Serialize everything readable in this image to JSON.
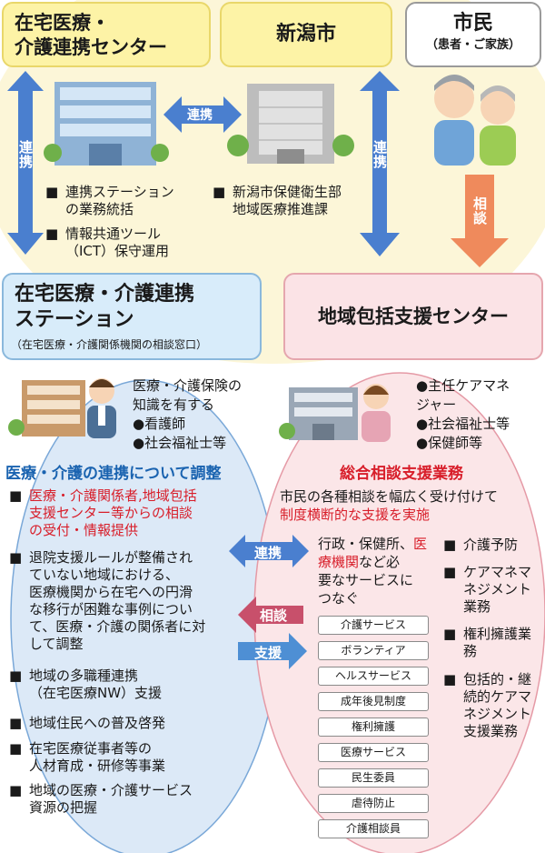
{
  "top": {
    "zaitaku_center": "在宅医療・\n介護連携センター",
    "niigata_city": "新潟市",
    "citizen": "市民",
    "citizen_sub": "（患者・ご家族）"
  },
  "arrows": {
    "renkei": "連携",
    "soudan": "相談",
    "shien": "支援"
  },
  "center_bullets": [
    "連携ステーション\nの業務統括",
    "情報共通ツール\n（ICT）保守運用"
  ],
  "city_bullets": [
    "新潟市保健衛生部\n地域医療推進課"
  ],
  "station": {
    "title": "在宅医療・介護連携\nステーション",
    "subtitle": "（在宅医療・介護関係機関の相談窓口）",
    "staff_text": "医療・介護保険の\n知識を有する\n●看護師\n●社会福祉士等",
    "heading": "医療・介護の連携について調整",
    "tasks": [
      {
        "text": "医療・介護関係者,地域包括\n支援センター等からの相談\nの受付・情報提供",
        "red": true
      },
      {
        "text": "退院支援ルールが整備され\nていない地域における、\n医療機関から在宅への円滑\nな移行が困難な事例につい\nて、医療・介護の関係者に対\nして調整",
        "red": false
      },
      {
        "text": "地域の多職種連携\n（在宅医療NW）支援",
        "red": false
      },
      {
        "text": "地域住民への普及啓発",
        "red": false
      },
      {
        "text": "在宅医療従事者等の\n人材育成・研修等事業",
        "red": false
      },
      {
        "text": "地域の医療・介護サービス\n資源の把握",
        "red": false
      }
    ]
  },
  "houkatsu": {
    "title": "地域包括支援センター",
    "staff_text": "●主任ケアマネ\nジャー\n●社会福祉士等\n●保健師等",
    "heading": "総合相談支援業務",
    "desc_line1": "市民の各種相談を幅広く受け付けて",
    "desc_line2": "制度横断的な支援を実施",
    "connect_pre": "行政・保健所、",
    "connect_red": "医療機関",
    "connect_post": "など必\n要なサービスに\nつなぐ",
    "services": [
      "介護サービス",
      "ボランティア",
      "ヘルスサービス",
      "成年後見制度",
      "権利擁護",
      "医療サービス",
      "民生委員",
      "虐待防止",
      "介護相談員"
    ],
    "tasks": [
      "介護予防",
      "ケアマネマ\nネジメント\n業務",
      "権利擁護業\n務",
      "包括的・継\n続的ケアマ\nネジメント\n支援業務"
    ]
  },
  "colors": {
    "blue_arrow": "#4a7fcf",
    "orange_arrow": "#ef8a5c",
    "heading_blue": "#1a63b0",
    "heading_red": "#d81e2a",
    "shien_arrow": "#4e8fd4",
    "soudan_arrow": "#c8506b"
  }
}
